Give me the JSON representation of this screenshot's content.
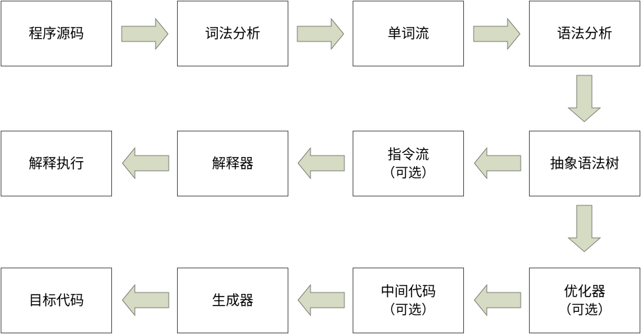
{
  "colors": {
    "arrow_fill": "#d6dcc4",
    "arrow_stroke": "#7a7a70",
    "box_border": "#4a4a4a"
  },
  "nodes": {
    "source_code": {
      "line1": "程序源码"
    },
    "lexical_analysis": {
      "line1": "词法分析"
    },
    "token_stream": {
      "line1": "单词流"
    },
    "syntax_analysis": {
      "line1": "语法分析"
    },
    "ast": {
      "line1": "抽象语法树"
    },
    "instruction_stream": {
      "line1": "指令流",
      "line2": "（可选）"
    },
    "interpreter": {
      "line1": "解释器"
    },
    "interpret_execute": {
      "line1": "解释执行"
    },
    "optimizer": {
      "line1": "优化器",
      "line2": "（可选）"
    },
    "intermediate_code": {
      "line1": "中间代码",
      "line2": "（可选）"
    },
    "generator": {
      "line1": "生成器"
    },
    "target_code": {
      "line1": "目标代码"
    }
  },
  "edges": [
    {
      "from": "source_code",
      "to": "lexical_analysis",
      "direction": "right"
    },
    {
      "from": "lexical_analysis",
      "to": "token_stream",
      "direction": "right"
    },
    {
      "from": "token_stream",
      "to": "syntax_analysis",
      "direction": "right"
    },
    {
      "from": "syntax_analysis",
      "to": "ast",
      "direction": "down"
    },
    {
      "from": "ast",
      "to": "instruction_stream",
      "direction": "left"
    },
    {
      "from": "instruction_stream",
      "to": "interpreter",
      "direction": "left"
    },
    {
      "from": "interpreter",
      "to": "interpret_execute",
      "direction": "left"
    },
    {
      "from": "ast",
      "to": "optimizer",
      "direction": "down"
    },
    {
      "from": "optimizer",
      "to": "intermediate_code",
      "direction": "left"
    },
    {
      "from": "intermediate_code",
      "to": "generator",
      "direction": "left"
    },
    {
      "from": "generator",
      "to": "target_code",
      "direction": "left"
    }
  ]
}
